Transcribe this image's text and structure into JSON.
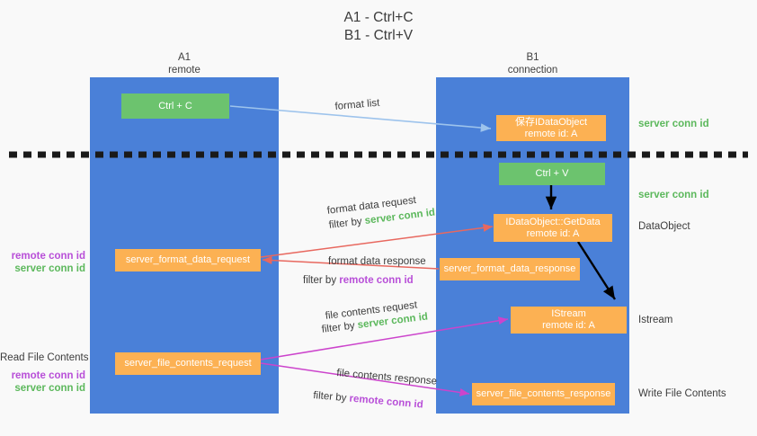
{
  "title": {
    "line1": "A1 - Ctrl+C",
    "line2": "B1 - Ctrl+V"
  },
  "colors": {
    "background": "#f9f9f9",
    "column": "#4a80d8",
    "green_box": "#6cc36e",
    "orange_box": "#fcb153",
    "server_conn_text": "#5cb85c",
    "remote_conn_text": "#b84fd8",
    "arrow_blue": "#9dc3ec",
    "arrow_red": "#e8685f",
    "arrow_magenta": "#cc44cc",
    "arrow_black": "#000000",
    "divider_dashed": "#1a1a1a"
  },
  "columns": [
    {
      "id": "a1",
      "name": "A1",
      "sub": "remote"
    },
    {
      "id": "b1",
      "name": "B1",
      "sub": "connection"
    }
  ],
  "boxes": {
    "ctrl_c": "Ctrl + C",
    "ctrl_v": "Ctrl + V",
    "idataobject_line1": "保存IDataObject",
    "idataobject_line2": "remote id: A",
    "getdata_line1": "IDataObject::GetData",
    "getdata_line2": "remote id: A",
    "istream_line1": "IStream",
    "istream_line2": "remote id: A",
    "server_format_data_request": "server_format_data_request",
    "server_format_data_response": "server_format_data_response",
    "server_file_contents_request": "server_file_contents_request",
    "server_file_contents_response": "server_file_contents_response"
  },
  "edge_labels": {
    "format_list": "format list",
    "format_data_request": "format data request",
    "format_data_request_filter_prefix": "filter by ",
    "format_data_request_filter_key": "server conn id",
    "format_data_response": "format data response",
    "format_data_response_filter_prefix": "filter by ",
    "format_data_response_filter_key": "remote conn id",
    "file_contents_request": "file contents request",
    "file_contents_request_filter_prefix": "filter by ",
    "file_contents_request_filter_key": "server conn id",
    "file_contents_response": "file contents response",
    "file_contents_response_filter_prefix": "filter by ",
    "file_contents_response_filter_key": "remote conn id"
  },
  "right_labels": {
    "server_conn_id_top": "server conn id",
    "server_conn_id_mid": "server conn id",
    "dataobject": "DataObject",
    "istream": "Istream",
    "write_file_contents": "Write File Contents"
  },
  "left_labels": {
    "remote_conn_id_upper": "remote conn id",
    "server_conn_id_upper": "server conn id",
    "read_file_contents": "Read File Contents",
    "remote_conn_id_lower": "remote conn id",
    "server_conn_id_lower": "server conn id"
  }
}
